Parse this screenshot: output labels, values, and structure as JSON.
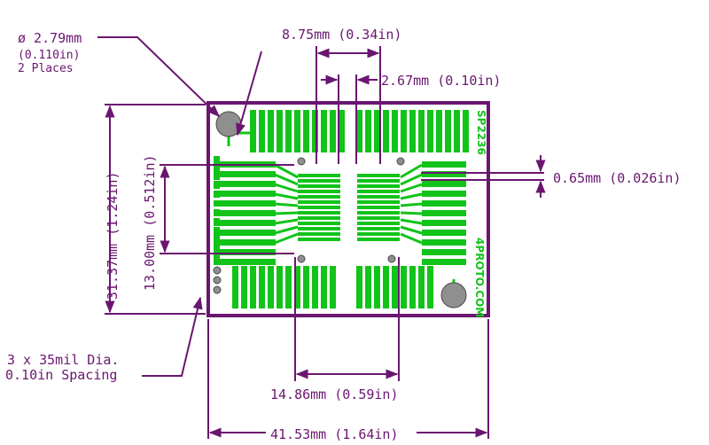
{
  "board": {
    "part_number": "SP2236",
    "brand": "4PROTO.COM"
  },
  "dimensions": {
    "hole_diameter": "ø 2.79mm",
    "hole_diameter_in": "(0.110in)",
    "hole_places": "2 Places",
    "top_span": "8.75mm (0.34in)",
    "pad_spacing": "2.67mm (0.10in)",
    "pitch": "0.65mm (0.026in)",
    "height": "31.37mm (1.24in)",
    "pad_length": "13.00mm (0.512in)",
    "small_holes_line1": "3 x 35mil Dia.",
    "small_holes_line2": "0.10in Spacing",
    "bottom_span": "14.86mm (0.59in)",
    "width": "41.53mm (1.64in)"
  },
  "colors": {
    "dimension": "#6a1670",
    "copper": "#12c31a",
    "hole": "#8f8f8f"
  }
}
